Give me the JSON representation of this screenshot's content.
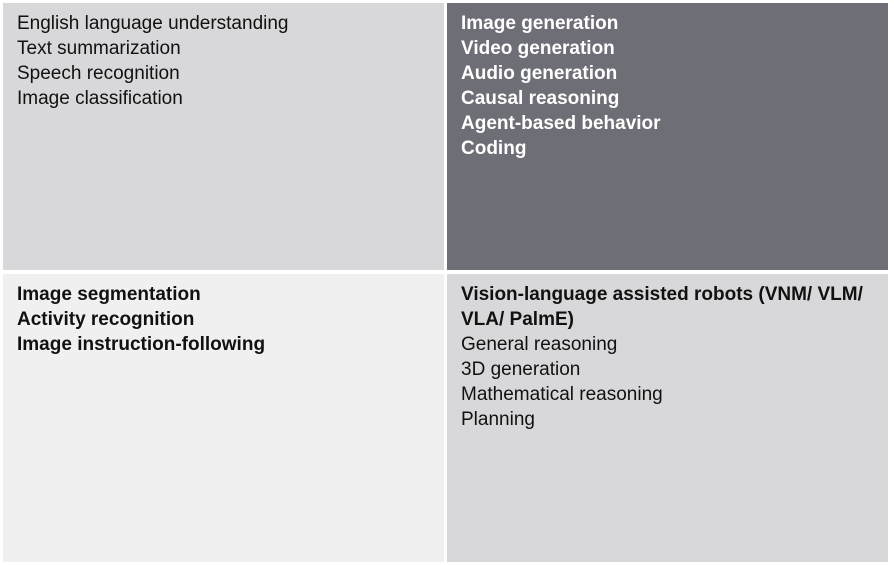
{
  "quadrants": {
    "top_left": {
      "items": [
        "English language understanding",
        "Text summarization",
        "Speech recognition",
        "Image classification"
      ]
    },
    "top_right": {
      "items": [
        "Image generation",
        "Video generation",
        "Audio generation",
        "Causal reasoning",
        "Agent-based behavior",
        "Coding"
      ]
    },
    "bottom_left": {
      "items": [
        "Image segmentation",
        "Activity recognition",
        "Image instruction-following"
      ]
    },
    "bottom_right": {
      "items": [
        "Vision-language assisted robots (VNM/ VLM/ VLA/ PalmE)",
        "General reasoning",
        "3D generation",
        "Mathematical reasoning",
        "Planning"
      ]
    }
  },
  "colors": {
    "top_left_bg": "#d8d8da",
    "top_right_bg": "#6e6e76",
    "bottom_left_bg": "#f0f0f0",
    "bottom_right_bg": "#d8d8da"
  }
}
